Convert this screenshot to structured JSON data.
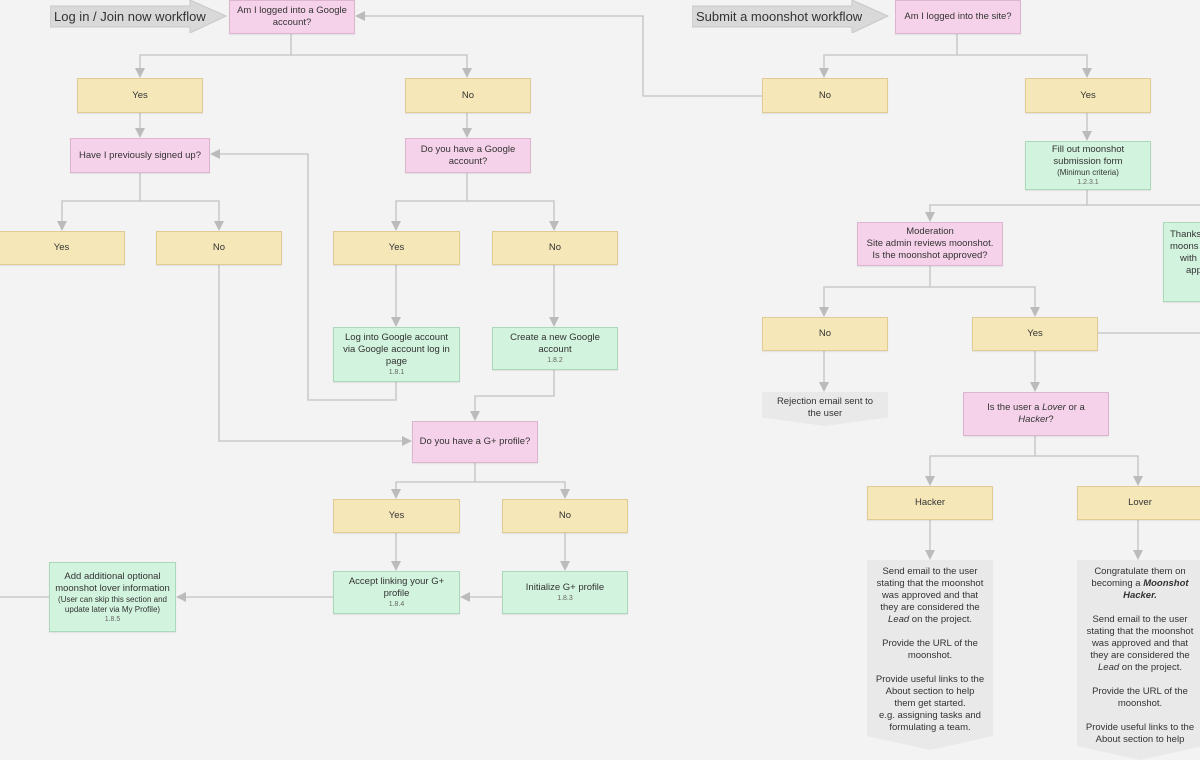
{
  "colors": {
    "question": "#f6d2ea",
    "answer": "#f6e7b9",
    "action": "#d2f3dd",
    "note": "#e9e9e9",
    "connector": "#bbbbbb"
  },
  "login": {
    "banner": "Log in / Join now workflow",
    "q_google": "Am I logged into a Google account?",
    "yes1": "Yes",
    "no1": "No",
    "q_signed_up": "Have I previously signed up?",
    "q_have_google": "Do you have a Google account?",
    "yes2": "Yes",
    "no2": "No",
    "yes3": "Yes",
    "no3": "No",
    "log_into_google": {
      "text": "Log into Google account via Google account log in page",
      "code": "1.8.1"
    },
    "create_google": {
      "text": "Create a new Google account",
      "code": "1.8.2"
    },
    "q_gplus": "Do you have a G+ profile?",
    "yes4": "Yes",
    "no4": "No",
    "accept_gplus": {
      "text": "Accept linking your G+ profile",
      "code": "1.8.4"
    },
    "init_gplus": {
      "text": "Initialize G+ profile",
      "code": "1.8.3"
    },
    "add_info": {
      "text": "Add additional optional moonshot lover information",
      "sub": "(User can skip this section and update later via My Profile)",
      "code": "1.8.5"
    }
  },
  "moonshot": {
    "banner": "Submit a moonshot workflow",
    "q_site": "Am I logged into the site?",
    "no1": "No",
    "yes1": "Yes",
    "fill_form": {
      "text": "Fill out moonshot submission form",
      "sub": "(Minimun criteria)",
      "code": "1.2.3.1"
    },
    "moderation": [
      "Moderation",
      "Site admin reviews moonshot.",
      "Is the moonshot approved?"
    ],
    "thanks_partial": [
      "Thanks",
      "moons",
      "with b",
      "app"
    ],
    "no2": "No",
    "yes2": "Yes",
    "rejection": "Rejection email sent to the user",
    "q_type": {
      "a": "Is the user a ",
      "lover": "Lover",
      "b": " or a ",
      "hacker": "Hacker",
      "c": "?"
    },
    "hacker": "Hacker",
    "lover": "Lover",
    "hacker_note": {
      "p1a": "Send email to the user stating that the moonshot was approved and that they are considered the ",
      "p1lead": "Lead",
      "p1b": " on the project.",
      "p2": "Provide the URL of the moonshot.",
      "p3": "Provide useful links to the About section to help them get started.",
      "p3b": "e.g. assigning tasks and formulating a team."
    },
    "lover_note": {
      "p0a": "Congratulate them on becoming a ",
      "p0b": "Moonshot Hacker.",
      "p1a": "Send email to the user stating that the moonshot was approved and that they are considered the ",
      "p1lead": "Lead",
      "p1b": " on the project.",
      "p2": "Provide the URL of the moonshot.",
      "p3": "Provide useful links to the About section to help"
    }
  }
}
